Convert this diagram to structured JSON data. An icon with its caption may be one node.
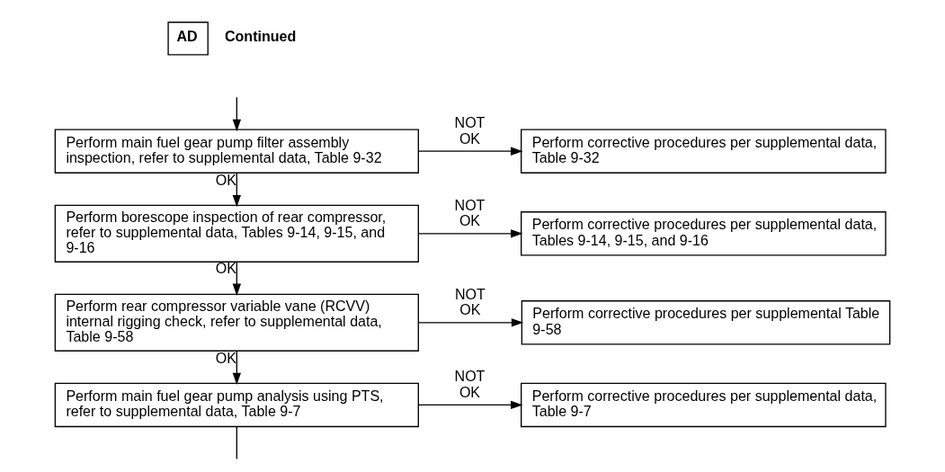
{
  "diagram": {
    "nodes": [
      {
        "text": [
          "AD"
        ],
        "beside": [
          "Continued"
        ]
      },
      {
        "text": [
          "Perform main fuel gear pump filter assembly inspection, refer to supplemental data, Table 9-32"
        ]
      },
      {
        "text": [
          "Perform corrective procedures per supplemental data, Table 9-32"
        ]
      },
      {
        "text": [
          "Perform borescope inspection of rear compressor, refer to supplemental data, Tables 9-14, 9-15, and 9-16"
        ]
      },
      {
        "text": [
          "Perform corrective procedures per supplemental data, Tables 9-14, 9-15, and 9-16"
        ]
      },
      {
        "text": [
          "Perform rear compressor variable vane (RCVV) internal rigging check, refer to supplemental data, Table 9-58"
        ]
      },
      {
        "text": [
          "Perform corrective procedures per supplemental Table 9-58"
        ]
      },
      {
        "text": [
          "Perform main fuel gear pump analysis using PTS, refer to supplemental data, Table 9-7"
        ]
      },
      {
        "text": [
          "Perform corrective procedures per supplemental data, Table 9-7"
        ]
      }
    ],
    "edges": [
      {
        "from": null,
        "to": 1,
        "arrow": "to"
      },
      {
        "from": 1,
        "to": 2,
        "arrow": "to",
        "label": "NOT OK"
      },
      {
        "from": 1,
        "to": 3,
        "arrow": "to",
        "label": "OK"
      },
      {
        "from": 3,
        "to": 4,
        "arrow": "to",
        "label": "NOT OK"
      },
      {
        "from": 3,
        "to": 5,
        "arrow": "to",
        "label": "OK"
      },
      {
        "from": 5,
        "to": 6,
        "arrow": "to",
        "label": "NOT OK"
      },
      {
        "from": 5,
        "to": 7,
        "arrow": "to",
        "label": "OK"
      },
      {
        "from": 7,
        "to": 8,
        "arrow": "to",
        "label": "NOT OK"
      },
      {
        "from": 7,
        "to": null,
        "arrow": "none"
      }
    ]
  }
}
